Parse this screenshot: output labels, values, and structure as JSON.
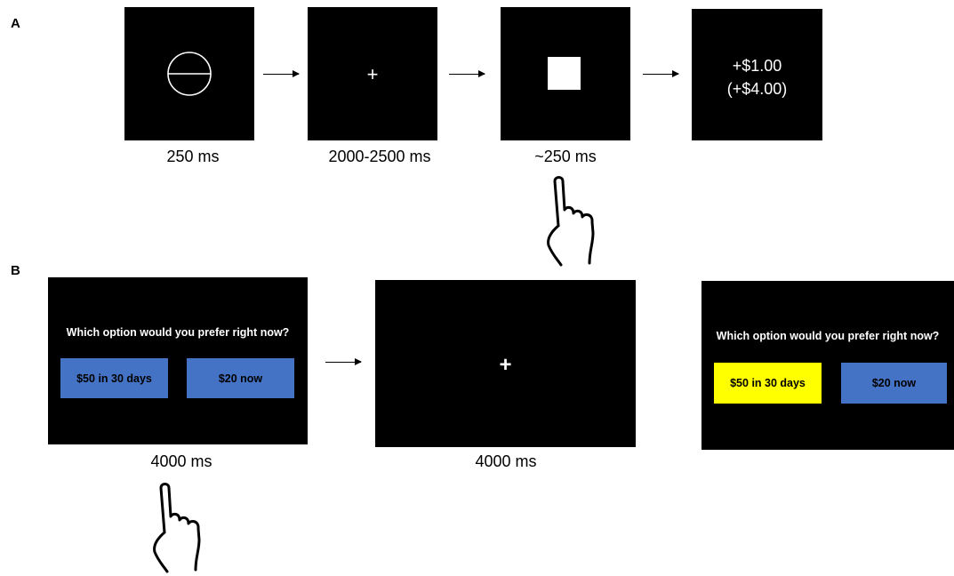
{
  "panel_a": {
    "label": "A",
    "screen_fixation": "+",
    "screen_reward_main": "+$1.00",
    "screen_reward_total": "(+$4.00)",
    "caption_1": "250 ms",
    "caption_2": "2000-2500 ms",
    "caption_3": "~250 ms"
  },
  "panel_b": {
    "label": "B",
    "question": "Which option would you prefer right now?",
    "option_later": "$50 in 30 days",
    "option_now": "$20 now",
    "fixation": "+",
    "caption_1": "4000 ms",
    "caption_2": "4000 ms",
    "feedback_question": "Which option would you prefer right now?",
    "feedback_option_later": "$50 in 30 days",
    "feedback_option_now": "$20 now"
  },
  "colors": {
    "screen": "#000000",
    "option_button": "#4472c4",
    "selected_option": "#ffff00"
  },
  "icons": [
    "circle-cue-icon",
    "white-square-target-icon",
    "pointing-hand-icon"
  ]
}
